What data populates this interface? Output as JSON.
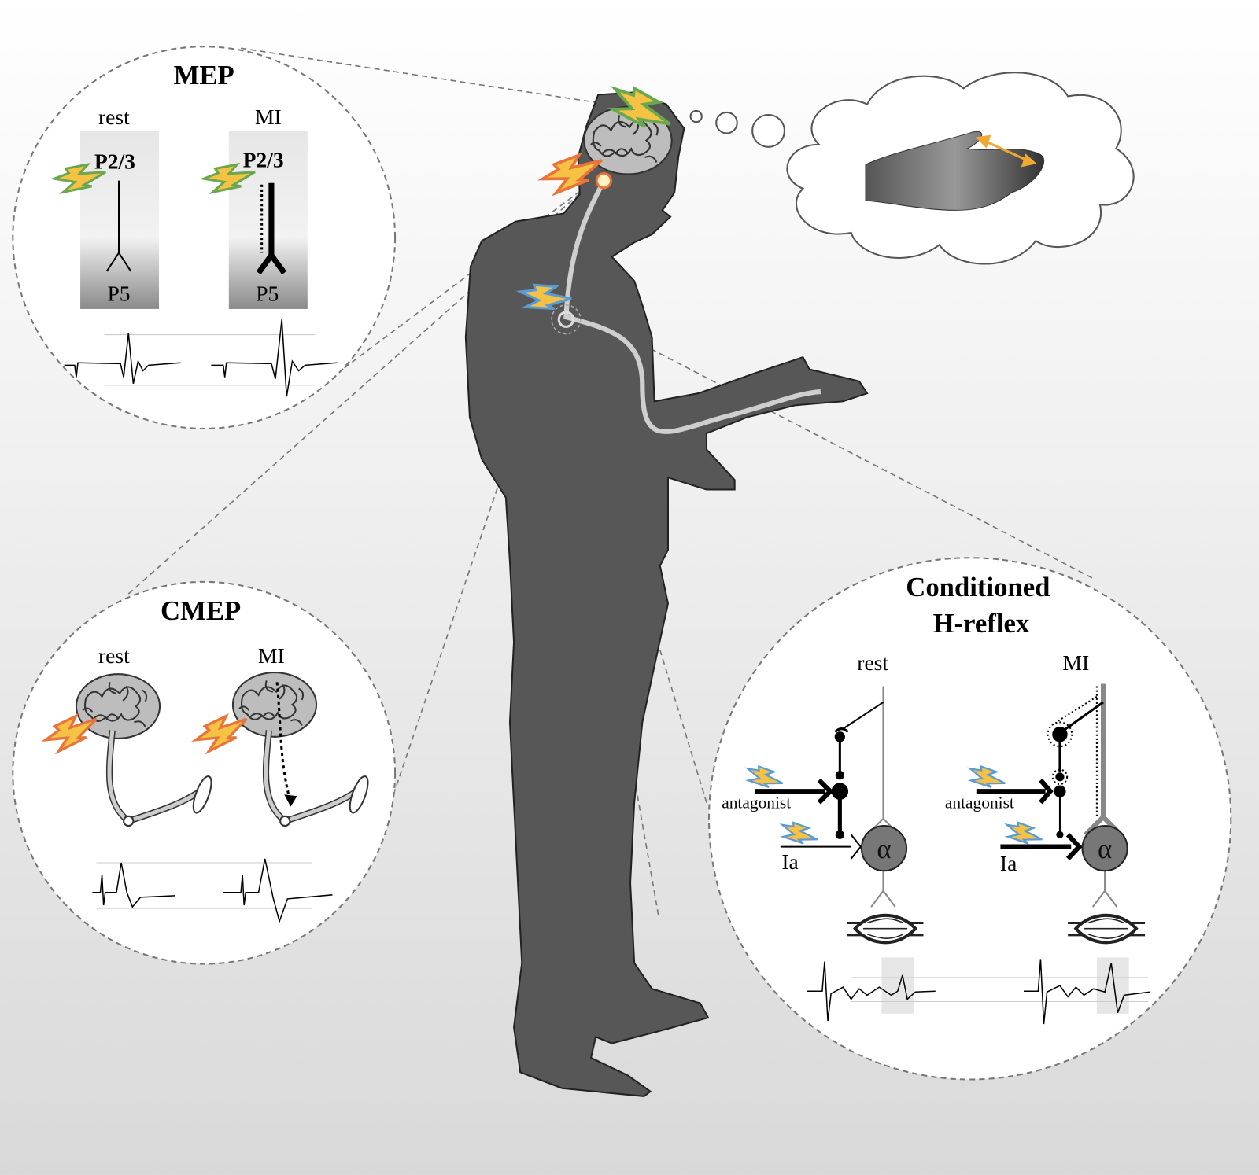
{
  "mep": {
    "title": "MEP",
    "rest_label": "rest",
    "mi_label": "MI",
    "rest_top": "P2/3",
    "rest_bottom": "P5",
    "mi_top": "P2/3",
    "mi_bottom": "P5"
  },
  "cmep": {
    "title": "CMEP",
    "rest_label": "rest",
    "mi_label": "MI"
  },
  "hreflex": {
    "title_line1": "Conditioned",
    "title_line2": "H-reflex",
    "rest_label": "rest",
    "mi_label": "MI",
    "rest_antagonist": "antagonist",
    "mi_antagonist": "antagonist",
    "rest_ia": "Ia",
    "mi_ia": "Ia",
    "rest_motoneuron": "α",
    "mi_motoneuron": "α"
  },
  "colors": {
    "silhouette": "#575757",
    "stim_green": "#6aa84f",
    "stim_orange": "#e8743b",
    "stim_blue": "#5b9bd5",
    "bolt_yellow": "#f6c243",
    "arrow_orange": "#f0a830"
  }
}
